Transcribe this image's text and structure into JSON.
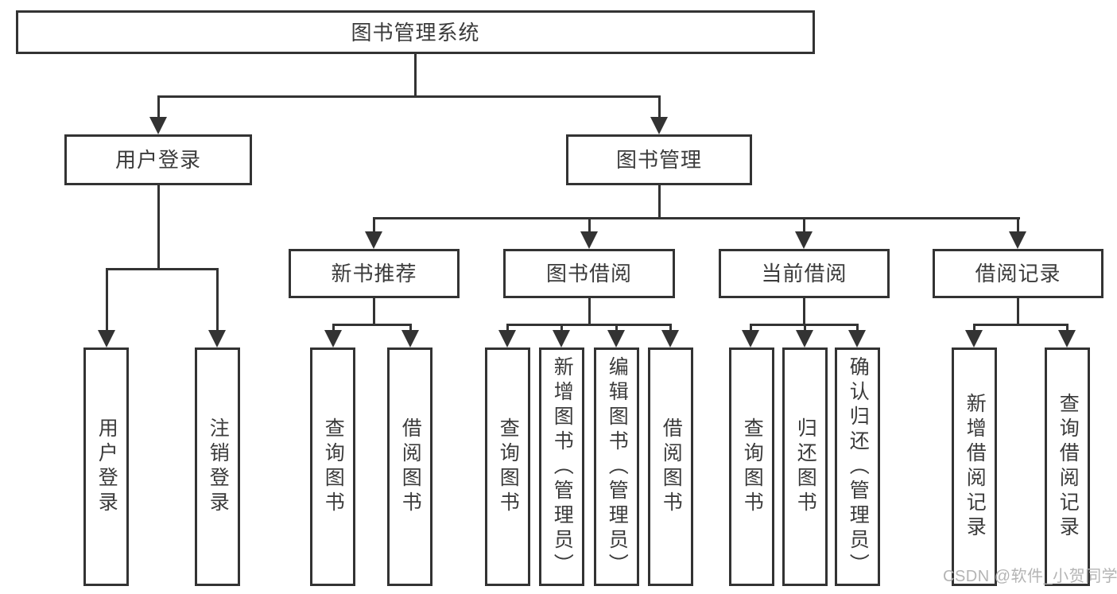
{
  "diagram": {
    "nodes": {
      "root": "图书管理系统",
      "level2": [
        "用户登录",
        "图书管理"
      ],
      "level3": [
        "新书推荐",
        "图书借阅",
        "当前借阅",
        "借阅记录"
      ],
      "leaves": [
        "用户登录",
        "注销登录",
        "查询图书",
        "借阅图书",
        "查询图书",
        "新增图书（管理员）",
        "编辑图书（管理员）",
        "借阅图书",
        "查询图书",
        "归还图书",
        "确认归还（管理员）",
        "新增借阅记录",
        "查询借阅记录"
      ]
    },
    "colors": {
      "line": "#333333",
      "text": "#3b3b3b",
      "background": "#ffffff",
      "watermark": "#b4b4b4"
    },
    "watermark": "CSDN @软件_小贺同学"
  }
}
